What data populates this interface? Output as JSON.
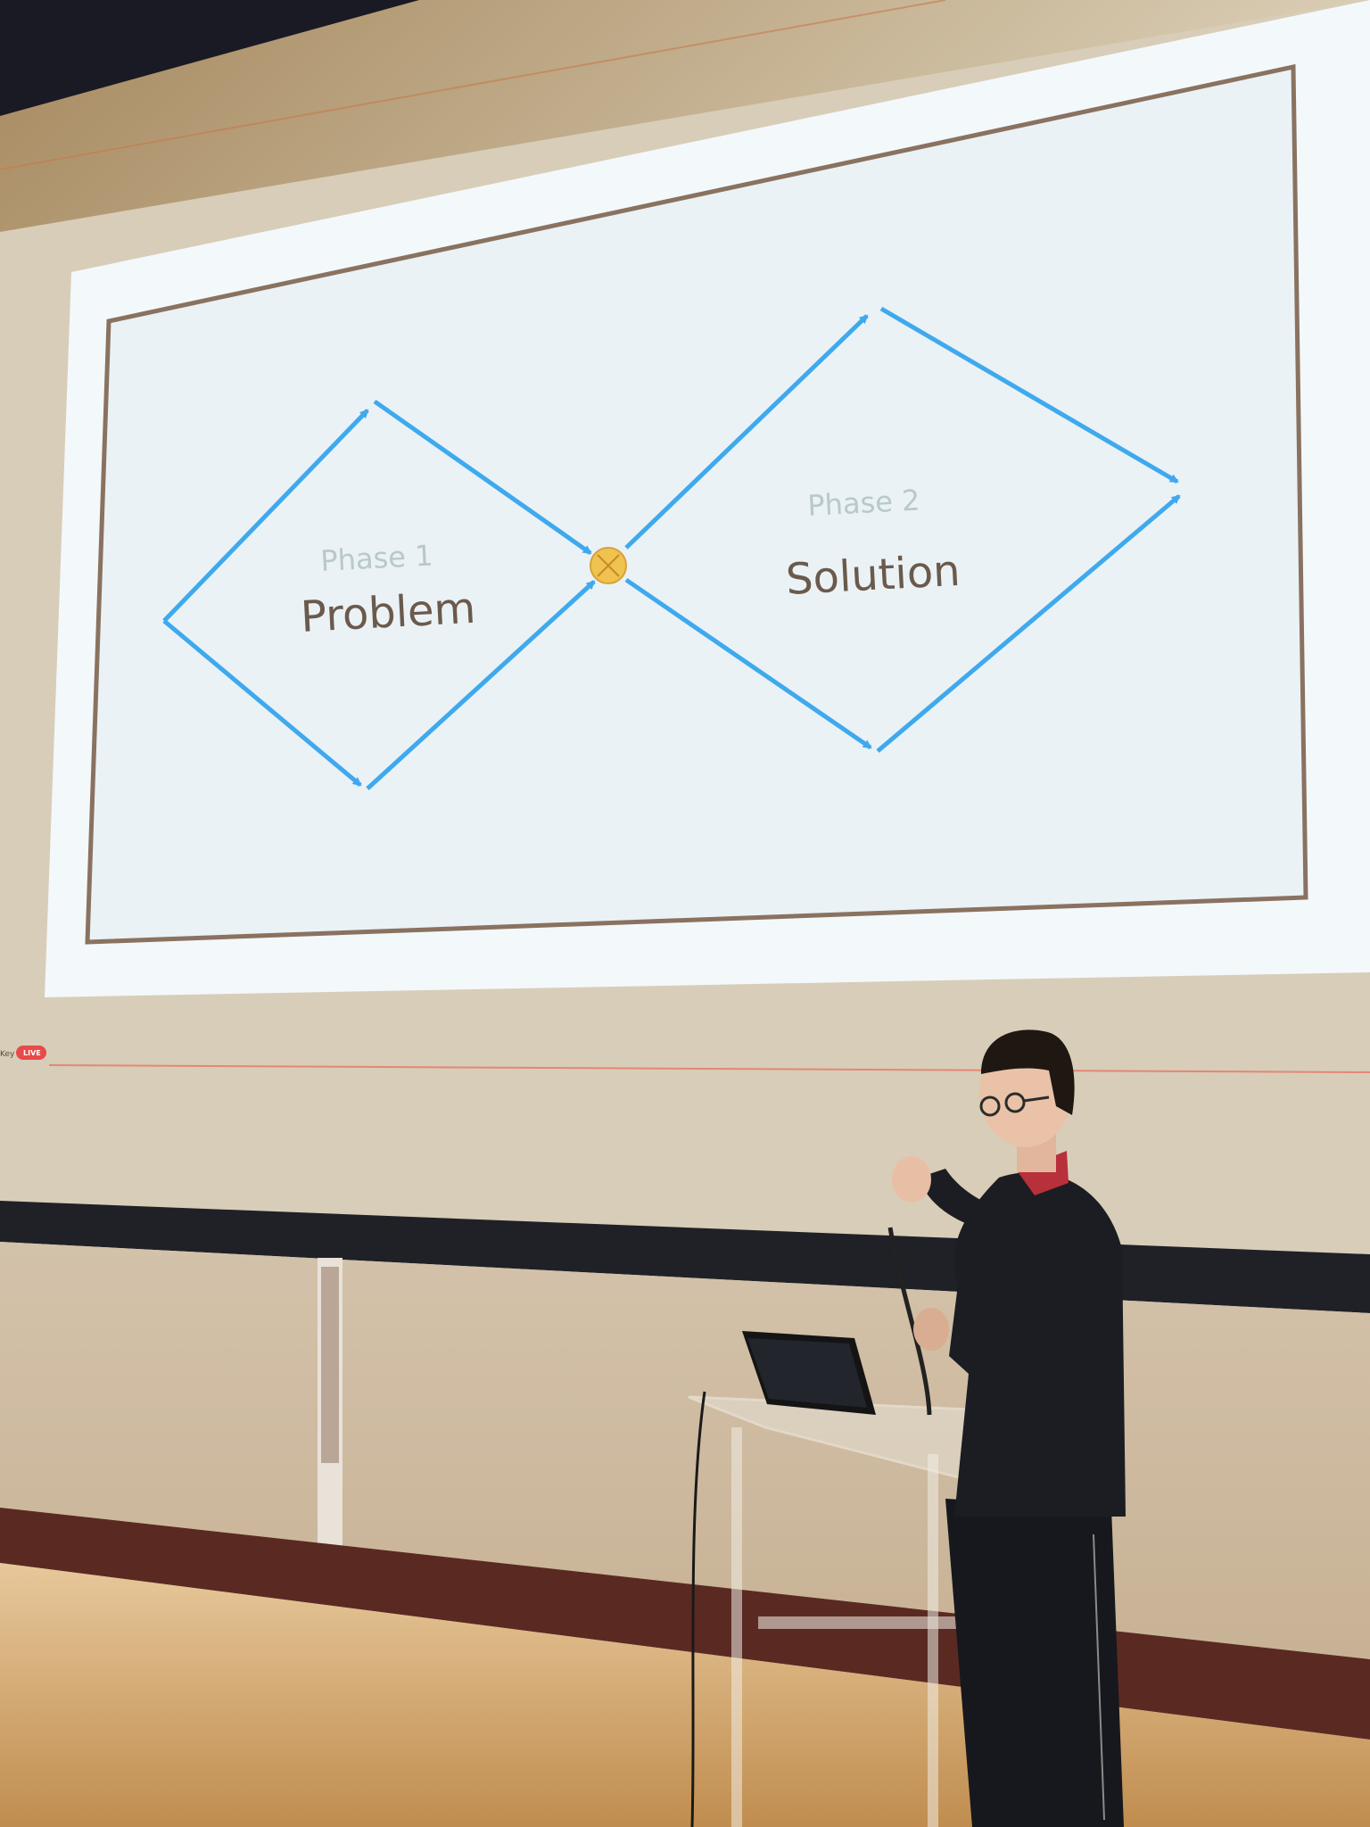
{
  "slide": {
    "phase1": {
      "label": "Phase 1",
      "title": "Problem"
    },
    "phase2": {
      "label": "Phase 2",
      "title": "Solution"
    }
  },
  "stream_overlay": {
    "key_label": "Key",
    "live_badge": "LIVE"
  },
  "colors": {
    "arrow_blue": "#3fa9ee",
    "midpoint_yellow": "#f0c24f",
    "slide_background": "#eef3f6",
    "frame_brown": "#8a7260"
  }
}
